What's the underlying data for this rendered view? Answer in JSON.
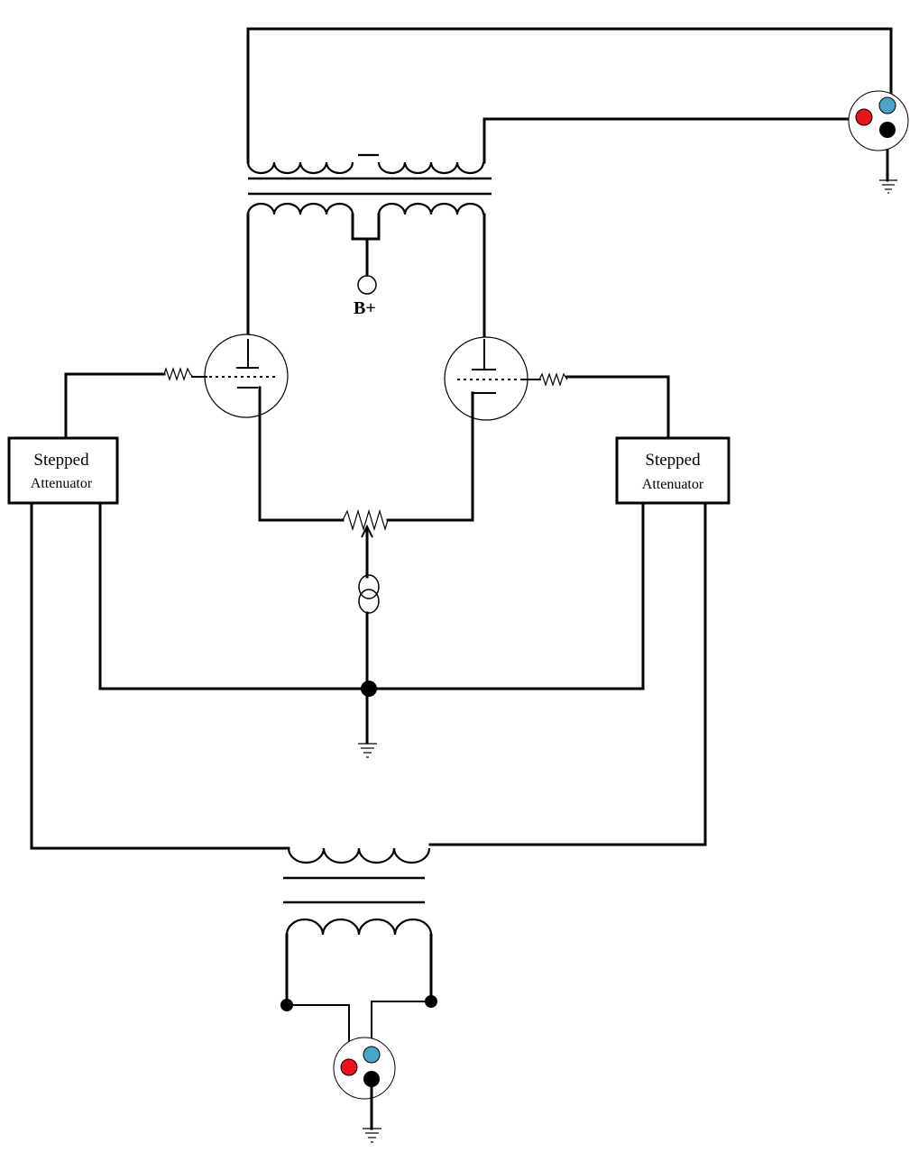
{
  "labels": {
    "b_plus": "B+",
    "attenuator_left_line1": "Stepped",
    "attenuator_left_line2": "Attenuator",
    "attenuator_right_line1": "Stepped",
    "attenuator_right_line2": "Attenuator"
  },
  "colors": {
    "xlr_pin_hot": "#e8141b",
    "xlr_pin_cold": "#4aa3c8",
    "xlr_pin_ground": "#000000",
    "wire": "#000000",
    "background": "#ffffff"
  }
}
